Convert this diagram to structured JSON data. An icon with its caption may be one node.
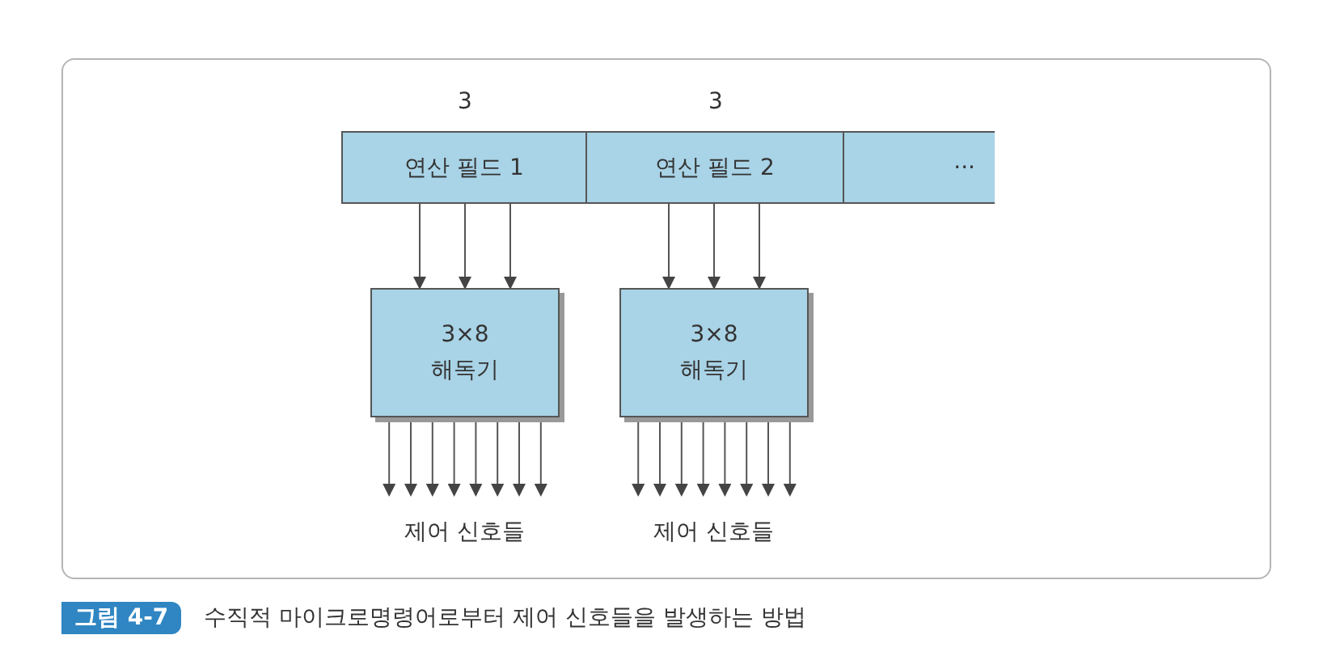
{
  "diagram": {
    "caption": "수직적 마이크로명령어로부터 제어 신호들을 발생하는 방법",
    "nodes": [
      {
        "text": [
          "연산 필드 1"
        ],
        "beside": [
          "3"
        ]
      },
      {
        "text": [
          "연산 필드 2"
        ],
        "beside": [
          "3"
        ]
      },
      {
        "text": [
          "···"
        ]
      },
      {
        "text": [
          "3×8 해독기"
        ]
      },
      {
        "text": [
          "3×8 해독기"
        ]
      },
      {
        "text": [
          "제어 신호들"
        ]
      },
      {
        "text": [
          "제어 신호들"
        ]
      }
    ],
    "edges": [
      {
        "from": 0,
        "to": 3,
        "arrow": "to"
      },
      {
        "from": 0,
        "to": 3,
        "arrow": "to"
      },
      {
        "from": 0,
        "to": 3,
        "arrow": "to"
      },
      {
        "from": 1,
        "to": 4,
        "arrow": "to"
      },
      {
        "from": 1,
        "to": 4,
        "arrow": "to"
      },
      {
        "from": 1,
        "to": 4,
        "arrow": "to"
      },
      {
        "from": 3,
        "to": 5,
        "arrow": "to"
      },
      {
        "from": 3,
        "to": 5,
        "arrow": "to"
      },
      {
        "from": 3,
        "to": 5,
        "arrow": "to"
      },
      {
        "from": 3,
        "to": 5,
        "arrow": "to"
      },
      {
        "from": 3,
        "to": 5,
        "arrow": "to"
      },
      {
        "from": 3,
        "to": 5,
        "arrow": "to"
      },
      {
        "from": 3,
        "to": 5,
        "arrow": "to"
      },
      {
        "from": 3,
        "to": 5,
        "arrow": "to"
      },
      {
        "from": 4,
        "to": 6,
        "arrow": "to"
      },
      {
        "from": 4,
        "to": 6,
        "arrow": "to"
      },
      {
        "from": 4,
        "to": 6,
        "arrow": "to"
      },
      {
        "from": 4,
        "to": 6,
        "arrow": "to"
      },
      {
        "from": 4,
        "to": 6,
        "arrow": "to"
      },
      {
        "from": 4,
        "to": 6,
        "arrow": "to"
      },
      {
        "from": 4,
        "to": 6,
        "arrow": "to"
      },
      {
        "from": 4,
        "to": 6,
        "arrow": "to"
      }
    ],
    "labels": [
      "그림 4-7"
    ]
  }
}
